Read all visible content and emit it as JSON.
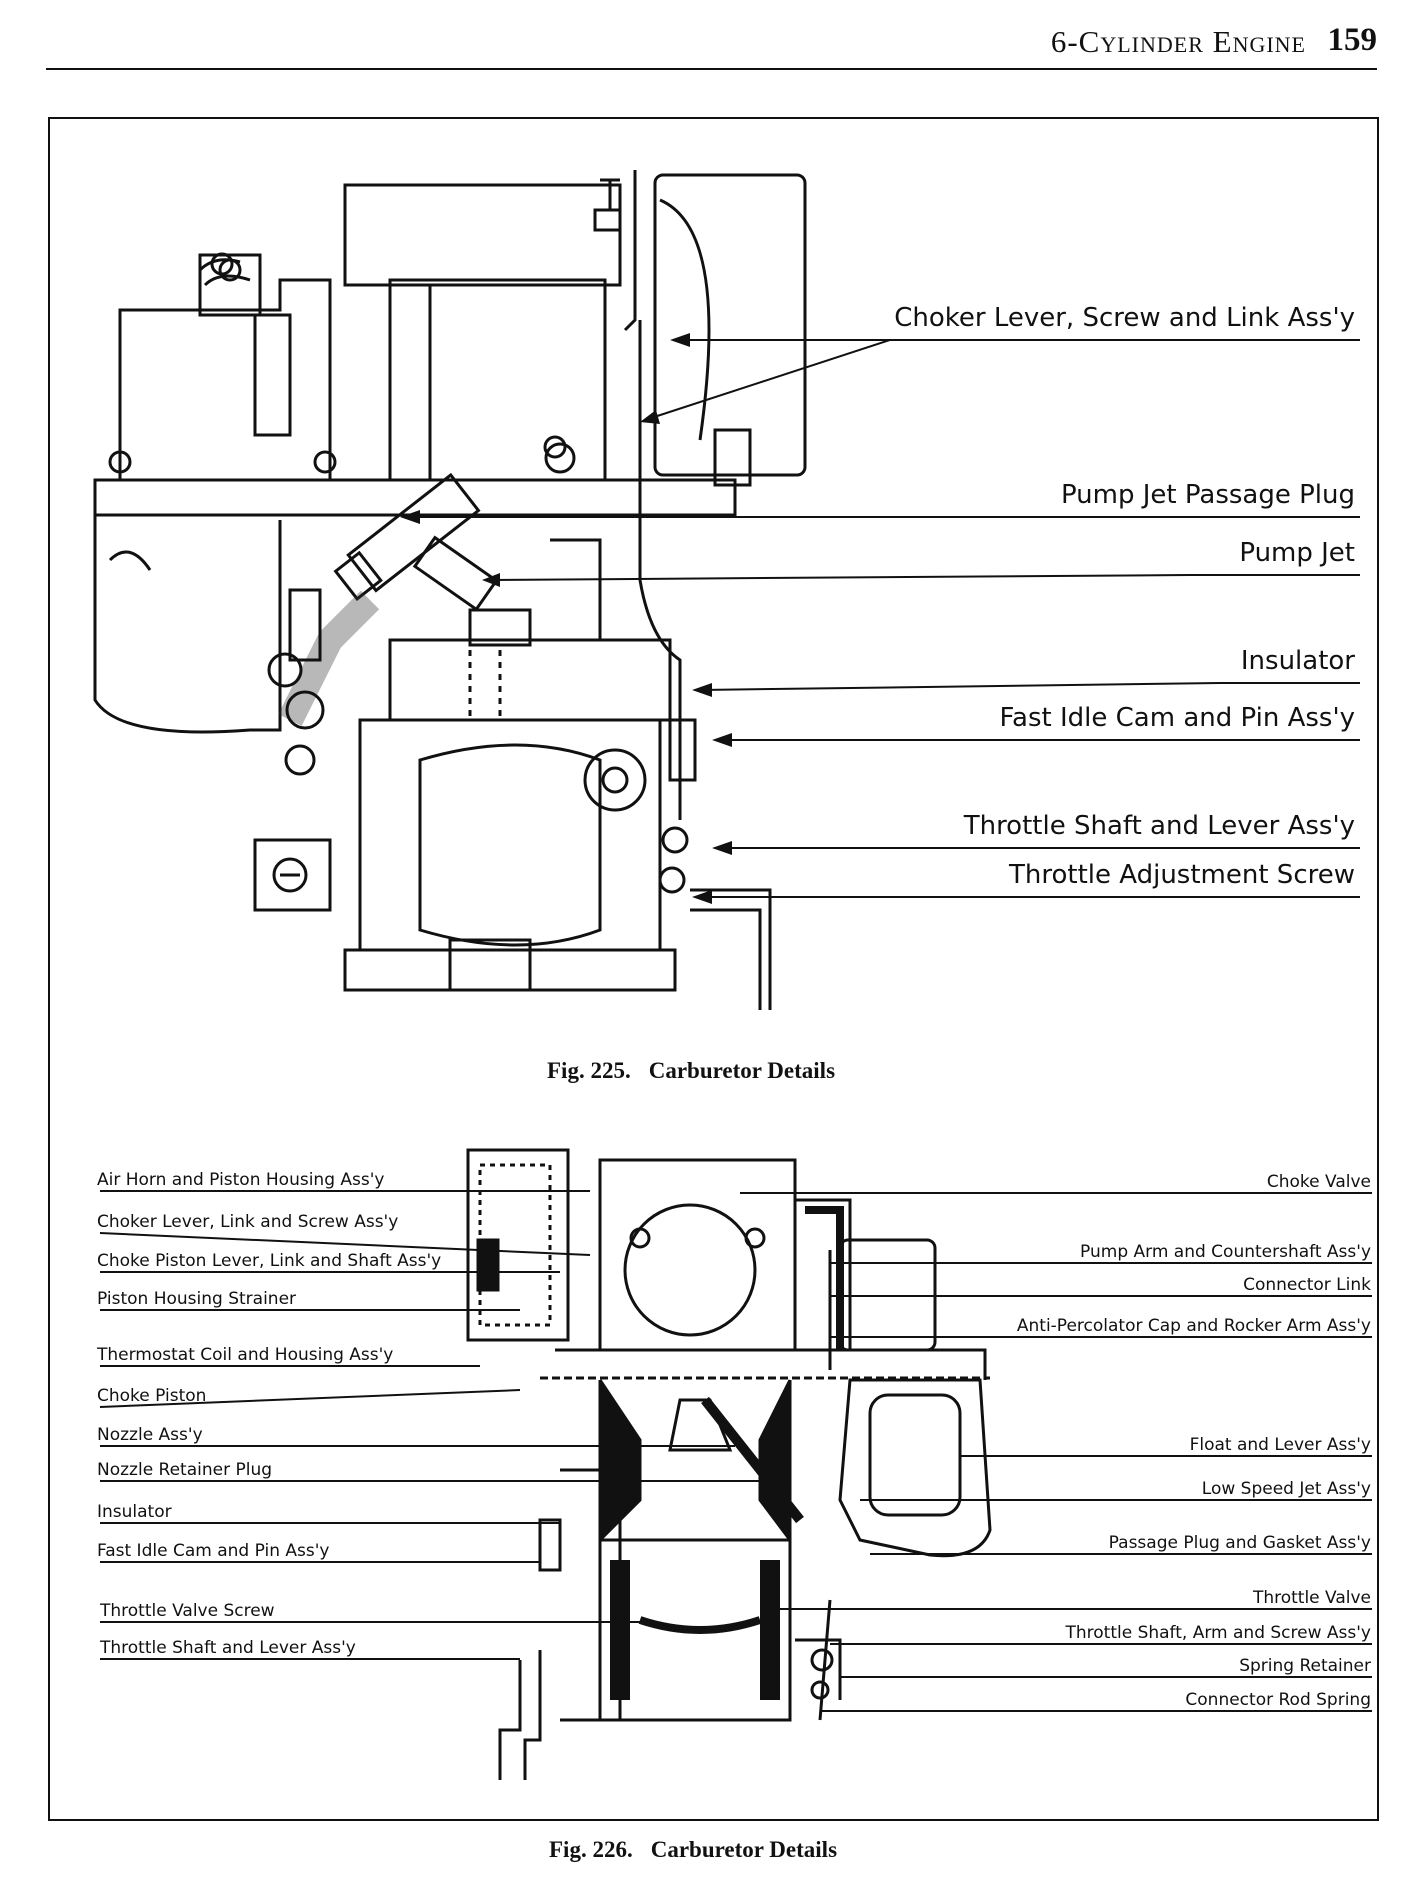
{
  "header": {
    "title": "6-Cylinder Engine",
    "page_number": "159"
  },
  "fig225": {
    "number": "Fig. 225.",
    "caption": "Carburetor Details",
    "labels": [
      "Choker Lever, Screw and Link Ass'y",
      "Pump Jet Passage Plug",
      "Pump Jet",
      "Insulator",
      "Fast Idle Cam and Pin Ass'y",
      "Throttle Shaft and Lever Ass'y",
      "Throttle Adjustment Screw"
    ]
  },
  "fig226": {
    "number": "Fig. 226.",
    "caption": "Carburetor Details",
    "left_labels": [
      "Air Horn and Piston Housing Ass'y",
      "Choker Lever, Link and Screw Ass'y",
      "Choke Piston Lever, Link and Shaft Ass'y",
      "Piston Housing Strainer",
      "Thermostat Coil and Housing Ass'y",
      "Choke Piston",
      "Nozzle Ass'y",
      "Nozzle Retainer Plug",
      "Insulator",
      "Fast Idle Cam and Pin Ass'y",
      "Throttle Valve Screw",
      "Throttle Shaft and Lever Ass'y"
    ],
    "right_labels": [
      "Choke Valve",
      "Pump Arm and Countershaft Ass'y",
      "Connector Link",
      "Anti-Percolator Cap and Rocker Arm Ass'y",
      "Float and Lever Ass'y",
      "Low Speed Jet Ass'y",
      "Passage Plug and Gasket Ass'y",
      "Throttle Valve",
      "Throttle Shaft, Arm and Screw Ass'y",
      "Spring Retainer",
      "Connector Rod Spring"
    ]
  }
}
